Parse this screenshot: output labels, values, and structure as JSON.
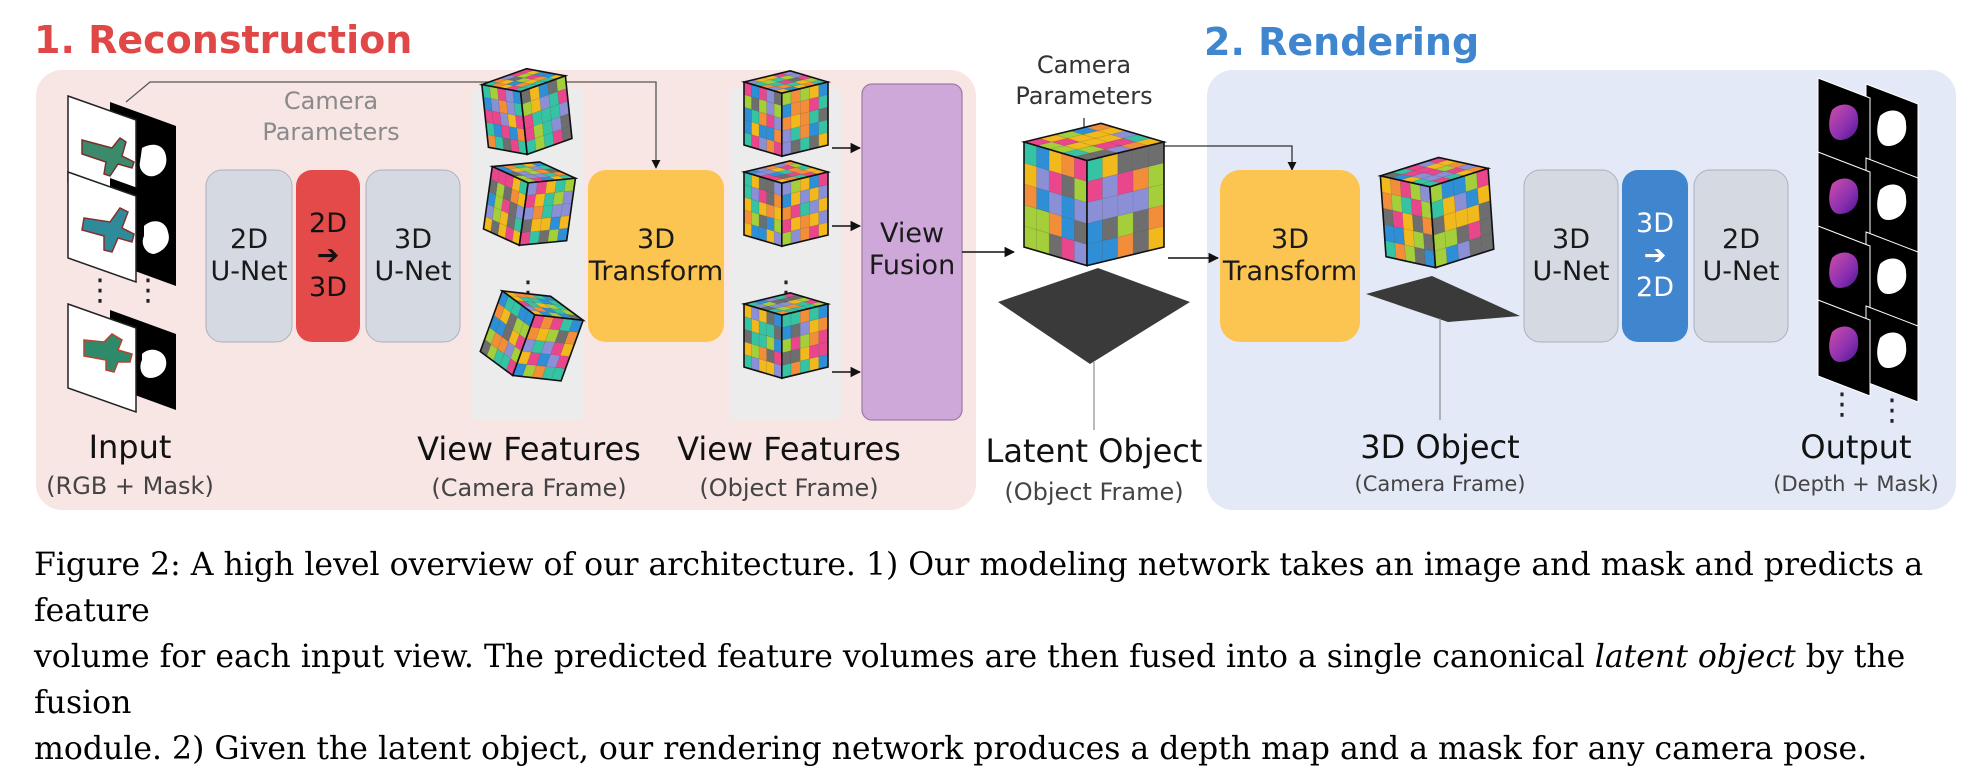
{
  "sections": {
    "reconstruction": {
      "title": "1. Reconstruction",
      "color": "#e04848"
    },
    "rendering": {
      "title": "2. Rendering",
      "color": "#3f86cf"
    }
  },
  "labels": {
    "camera_params_recon": "Camera Parameters",
    "camera_params_center": "Camera\nParameters",
    "unet2d_recon": "2D\nU-Net",
    "lift_2d_3d": "2D\n➔\n3D",
    "unet3d_recon": "3D\nU-Net",
    "transform_recon": "3D\nTransform",
    "view_fusion": "View\nFusion",
    "transform_render": "3D\nTransform",
    "unet3d_render": "3D\nU-Net",
    "proj_3d_2d": "3D\n➔\n2D",
    "unet2d_render": "2D\nU-Net",
    "ellipsis": "⋮"
  },
  "captions": {
    "input": {
      "main": "Input",
      "sub": "(RGB + Mask)"
    },
    "view_cam": {
      "main": "View Features",
      "sub": "(Camera Frame)"
    },
    "view_obj": {
      "main": "View Features",
      "sub": "(Object Frame)"
    },
    "latent": {
      "main": "Latent Object",
      "sub": "(Object Frame)"
    },
    "object3d": {
      "main": "3D Object",
      "sub": "(Camera Frame)"
    },
    "output": {
      "main": "Output",
      "sub": "(Depth + Mask)"
    }
  },
  "figure_caption": {
    "line1": "Figure 2: A high level overview of our architecture. 1) Our modeling network takes an image and mask and predicts a feature",
    "line2_pre": "volume for each input view. The predicted feature volumes are then fused into a single canonical ",
    "line2_em": "latent object",
    "line2_post": " by the fusion",
    "line3": "module. 2) Given the latent object, our rendering network produces a depth map and a mask for any camera pose."
  },
  "colors": {
    "recon_panel": "#f8e6e4",
    "render_panel": "#e3e9f6",
    "unet_box": "#d5d9e2",
    "lift_box": "#e54a4a",
    "proj_box": "#3f86cf",
    "transform_box": "#fcc552",
    "fusion_box": "#cfa8da",
    "feature_panel": "#ececec",
    "cube_palette": [
      "#f2b91d",
      "#e9468c",
      "#8a8fd6",
      "#35c3a4",
      "#f28d3a",
      "#a4cf3a",
      "#6e6e6e",
      "#2e8fd6"
    ]
  }
}
